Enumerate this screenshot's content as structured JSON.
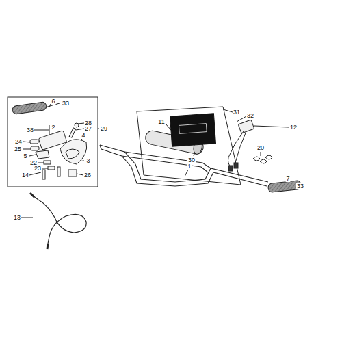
{
  "diagram": {
    "labels": [
      "6",
      "33",
      "38",
      "2",
      "28",
      "27",
      "29",
      "4",
      "24",
      "25",
      "5",
      "3",
      "22",
      "23",
      "14",
      "26",
      "11",
      "31",
      "32",
      "30",
      "12",
      "20",
      "1",
      "7",
      "33",
      "13"
    ]
  }
}
